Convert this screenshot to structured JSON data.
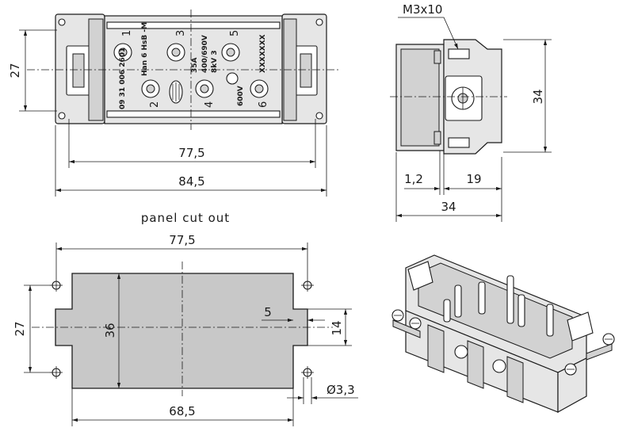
{
  "front_view": {
    "dimensions": {
      "height": "27",
      "hole_spacing": "77,5",
      "overall_width": "84,5"
    },
    "pin_numbers": [
      "1",
      "2",
      "3",
      "4",
      "5",
      "6"
    ],
    "markings": {
      "part_number": "09 31 006 2601",
      "series": "Han 6 HsB -M",
      "rating_current": "35A",
      "rating_voltage": "400/690V",
      "rating_class": "8kV 3",
      "voltage": "600V",
      "code": "XXXXXXX"
    }
  },
  "side_view": {
    "screw_label": "M3x10",
    "dimensions": {
      "height": "34",
      "offset": "1,2",
      "depth": "19",
      "overall_depth": "34"
    }
  },
  "panel_cutout": {
    "title": "panel cut out",
    "dimensions": {
      "hole_spacing": "77,5",
      "hole_vertical": "27",
      "opening_height": "36",
      "tab_width": "5",
      "tab_height": "14",
      "hole_diameter": "Ø3,3",
      "opening_width": "68,5"
    }
  }
}
